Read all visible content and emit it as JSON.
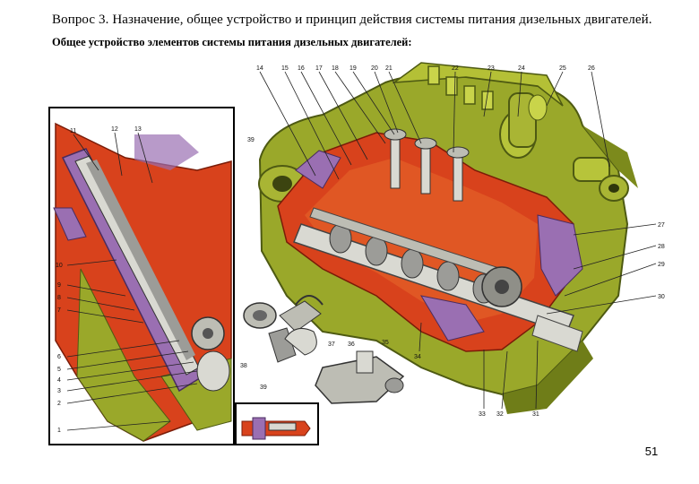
{
  "slide": {
    "title": "Вопрос 3. Назначение, общее устройство и принцип действия системы питания дизельных двигателей.",
    "subtitle": "Общее устройство элементов системы питания дизельных двигателей:",
    "page_number": "51"
  },
  "figure": {
    "colors": {
      "housing_green": "#9aa82a",
      "housing_dark": "#4e5a12",
      "cutaway_red": "#d8421c",
      "section_purple": "#9a6fb2",
      "metal_gray": "#9c9c98",
      "shaft_light": "#d9d9d2"
    },
    "callouts_top": [
      "14",
      "15",
      "16",
      "17",
      "18",
      "19",
      "20",
      "21",
      "22",
      "23",
      "24",
      "25",
      "26"
    ],
    "callouts_right": [
      "27",
      "28",
      "29",
      "30"
    ],
    "callouts_bottom": [
      "34",
      "33",
      "32",
      "31"
    ],
    "callouts_inset": [
      "11",
      "12",
      "13",
      "10",
      "9",
      "8",
      "7",
      "6",
      "5",
      "4",
      "3",
      "2",
      "1"
    ],
    "callouts_parts": [
      "39",
      "38",
      "37",
      "36",
      "35"
    ],
    "callout_detail": "39"
  }
}
